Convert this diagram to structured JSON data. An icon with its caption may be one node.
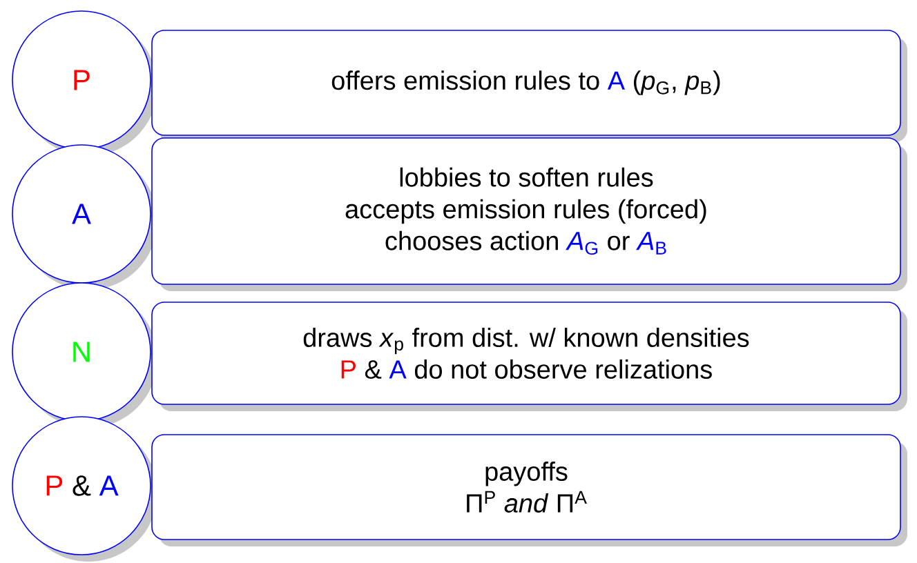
{
  "diagram": {
    "nodes": [
      {
        "text": [
          "P"
        ]
      },
      {
        "text": [
          "offers emission rules to",
          "A",
          "(*p*$_{G}$, *p*$_{B}$)"
        ]
      },
      {
        "text": [
          "A"
        ]
      },
      {
        "text": [
          "lobbies to soften rules",
          "accepts emission rules (forced)",
          "chooses action",
          "*A*$_{G}$",
          "or",
          "*A*$_{B}$"
        ]
      },
      {
        "text": [
          "N"
        ]
      },
      {
        "text": [
          "draws *x*$_{p}$ from dist. w/ known densities",
          "P",
          "&",
          "A",
          "do not observe relizations"
        ]
      },
      {
        "text": [
          "P",
          "&",
          "A"
        ]
      },
      {
        "text": [
          "payoffs",
          "Π$^{P}$ *and* Π$^{A}$"
        ]
      }
    ]
  }
}
